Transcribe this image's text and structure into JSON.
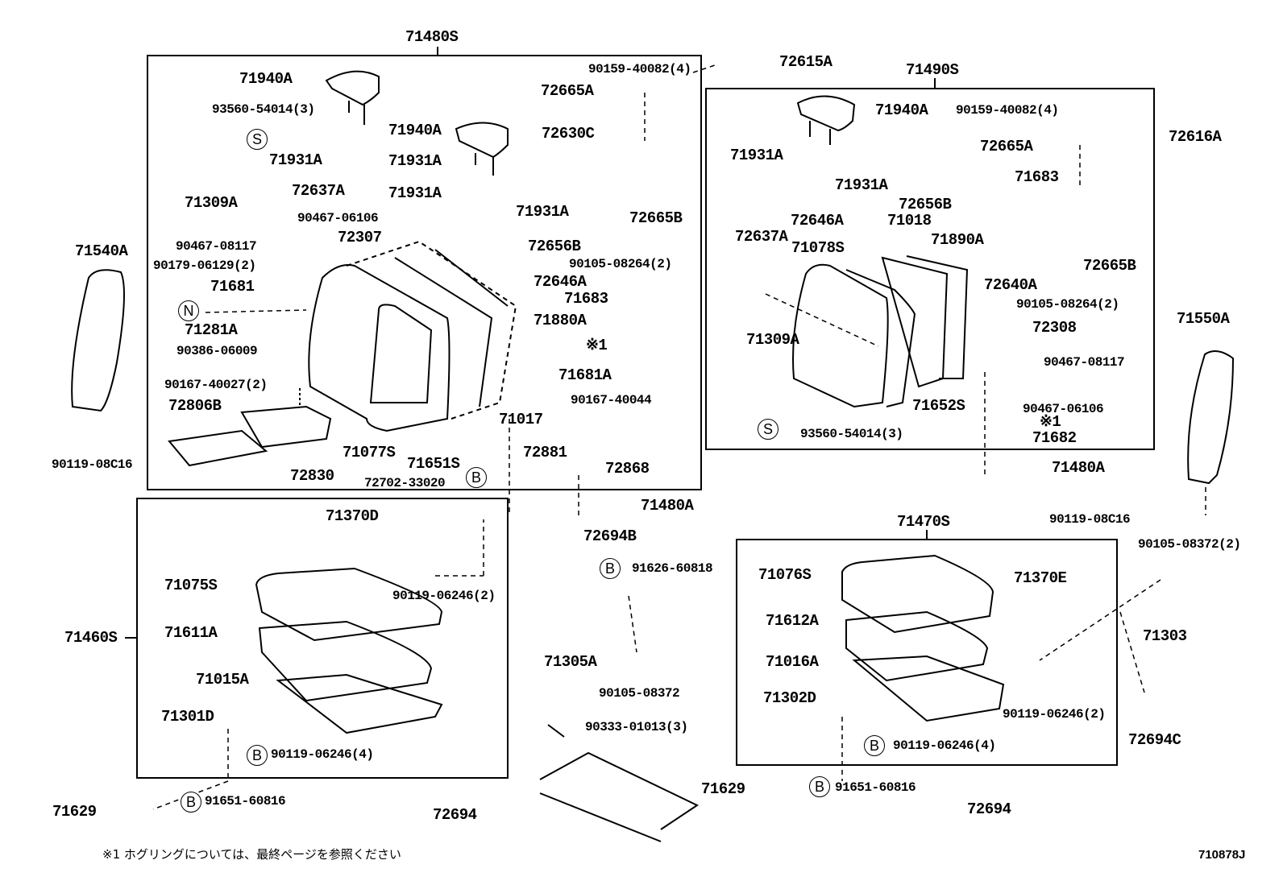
{
  "diagram_id": "710878J",
  "footnote": "※1 ホグリングについては、最終ページを参照ください",
  "markers": {
    "s": "S",
    "n": "N",
    "b": "B"
  },
  "labels": [
    "71480S",
    "71940A",
    "93560-54014(3)",
    "71309A",
    "71931A",
    "71931A",
    "72637A",
    "90467-06106",
    "72307",
    "90467-08117",
    "90179-06129(2)",
    "71681",
    "71281A",
    "90386-06009",
    "90167-40027(2)",
    "72806B",
    "72830",
    "71077S",
    "71651S",
    "72702-33020",
    "72881",
    "71017",
    "71681A",
    "※1",
    "71880A",
    "71683",
    "72646A",
    "72656B",
    "90105-08264(2)",
    "72665B",
    "72630C",
    "71940A",
    "71931A",
    "71931A",
    "72665A",
    "90159-40082(4)",
    "90167-40044",
    "72868",
    "72615A",
    "71490S",
    "71940A",
    "90159-40082(4)",
    "72616A",
    "71931A",
    "72665A",
    "71683",
    "71931A",
    "72656B",
    "72646A",
    "71018",
    "72637A",
    "71078S",
    "71890A",
    "72665B",
    "72640A",
    "90105-08264(2)",
    "71540A",
    "72308",
    "71309A",
    "90467-08117",
    "71652S",
    "90467-06106",
    "93560-54014(3)",
    "※1",
    "71682",
    "71550A",
    "71480A",
    "90119-08C16",
    "71480A",
    "72694B",
    "90119-08C16",
    "71370D",
    "71075S",
    "90119-06246(2)",
    "71460S",
    "71611A",
    "71015A",
    "71301D",
    "90119-06246(4)",
    "71629",
    "91651-60816",
    "72694",
    "91626-60818",
    "71305A",
    "90105-08372",
    "90333-01013(3)",
    "71470S",
    "71076S",
    "71370E",
    "71612A",
    "71016A",
    "71302D",
    "90119-06246(2)",
    "90119-06246(4)",
    "90105-08372(2)",
    "71303",
    "72694C",
    "71629",
    "91651-60816",
    "72694"
  ]
}
